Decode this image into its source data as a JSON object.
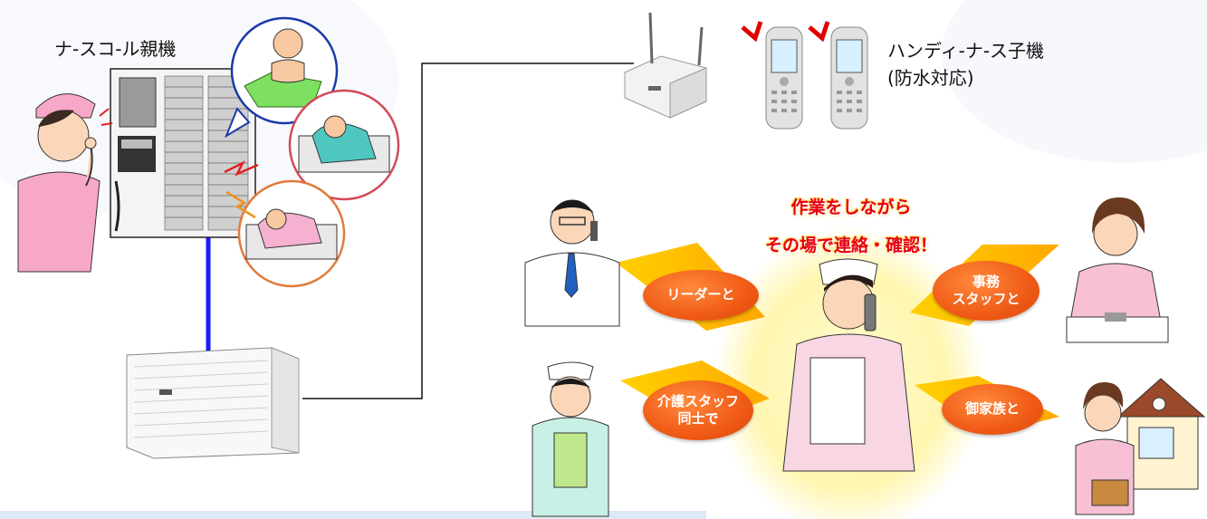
{
  "labels": {
    "master_unit": "ナ-スコ-ル親機",
    "handset_line1": "ハンディ-ナ-ス子機",
    "handset_line2": "(防水対応)"
  },
  "headline": {
    "line1": "作業をしながら",
    "line2": "その場で連絡・確認！"
  },
  "bubbles": {
    "leader": "リーダーと",
    "office": "事務\nスタッフと",
    "care": "介護スタッフ\n同士で",
    "family": "御家族と"
  },
  "colors": {
    "bubble": "#f05a16",
    "headline": "#e60012",
    "cable": "#1a1aff",
    "glow": "#fff8b0",
    "nurse_pink": "#f7a8c8"
  }
}
